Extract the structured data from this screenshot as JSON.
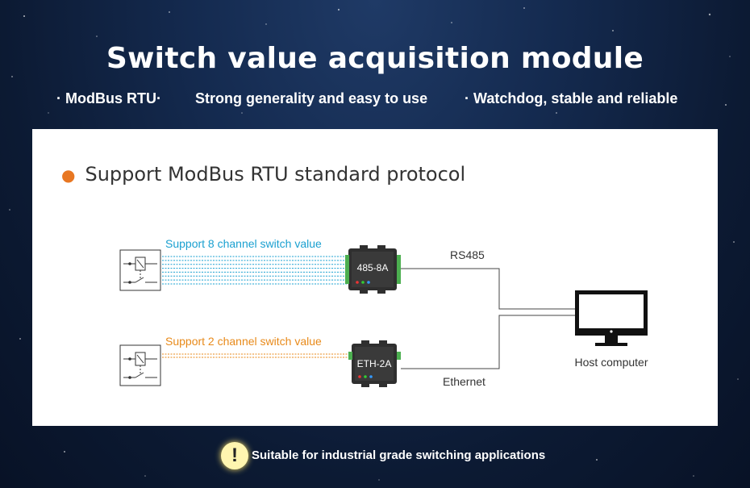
{
  "header": {
    "title": "Switch value acquisition module",
    "features": [
      "· ModBus RTU·",
      "Strong generality and easy to use",
      "· Watchdog, stable and reliable"
    ]
  },
  "panel": {
    "protocol_bullet": "Support ModBus RTU standard protocol",
    "diagram": {
      "top_channel_label": "Support 8 channel switch value",
      "bottom_channel_label": "Support 2 channel switch value",
      "device_top": "485-8A",
      "device_bottom": "ETH-2A",
      "link_top": "RS485",
      "link_bottom": "Ethernet",
      "host_label": "Host computer",
      "top_channel_count": 8,
      "bottom_channel_count": 2,
      "top_color": "#1aa0d0",
      "bottom_color": "#e88a1a"
    }
  },
  "footer": {
    "icon": "warning-icon",
    "text": "Suitable for industrial grade switching applications"
  }
}
